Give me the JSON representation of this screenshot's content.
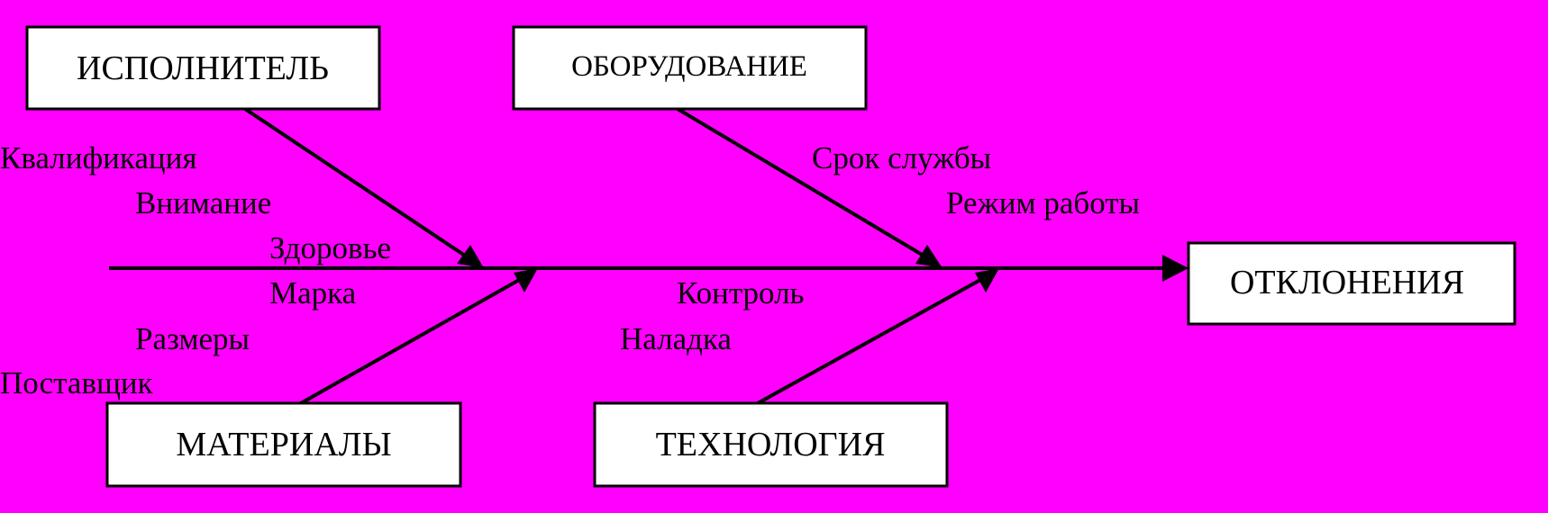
{
  "colors": {
    "background": "#ff00ff",
    "box_fill": "#ffffff",
    "line": "#000000"
  },
  "effect": "ОТКЛОНЕНИЯ",
  "categories": {
    "performer": {
      "title": "ИСПОЛНИТЕЛЬ",
      "causes": [
        "Квалификация",
        "Внимание",
        "Здоровье"
      ]
    },
    "equipment": {
      "title": "ОБОРУДОВАНИЕ",
      "causes": [
        "Срок службы",
        "Режим работы"
      ]
    },
    "materials": {
      "title": "МАТЕРИАЛЫ",
      "causes": [
        "Марка",
        "Размеры",
        "Поставщик"
      ]
    },
    "technology": {
      "title": "ТЕХНОЛОГИЯ",
      "causes": [
        "Контроль",
        "Наладка"
      ]
    }
  }
}
